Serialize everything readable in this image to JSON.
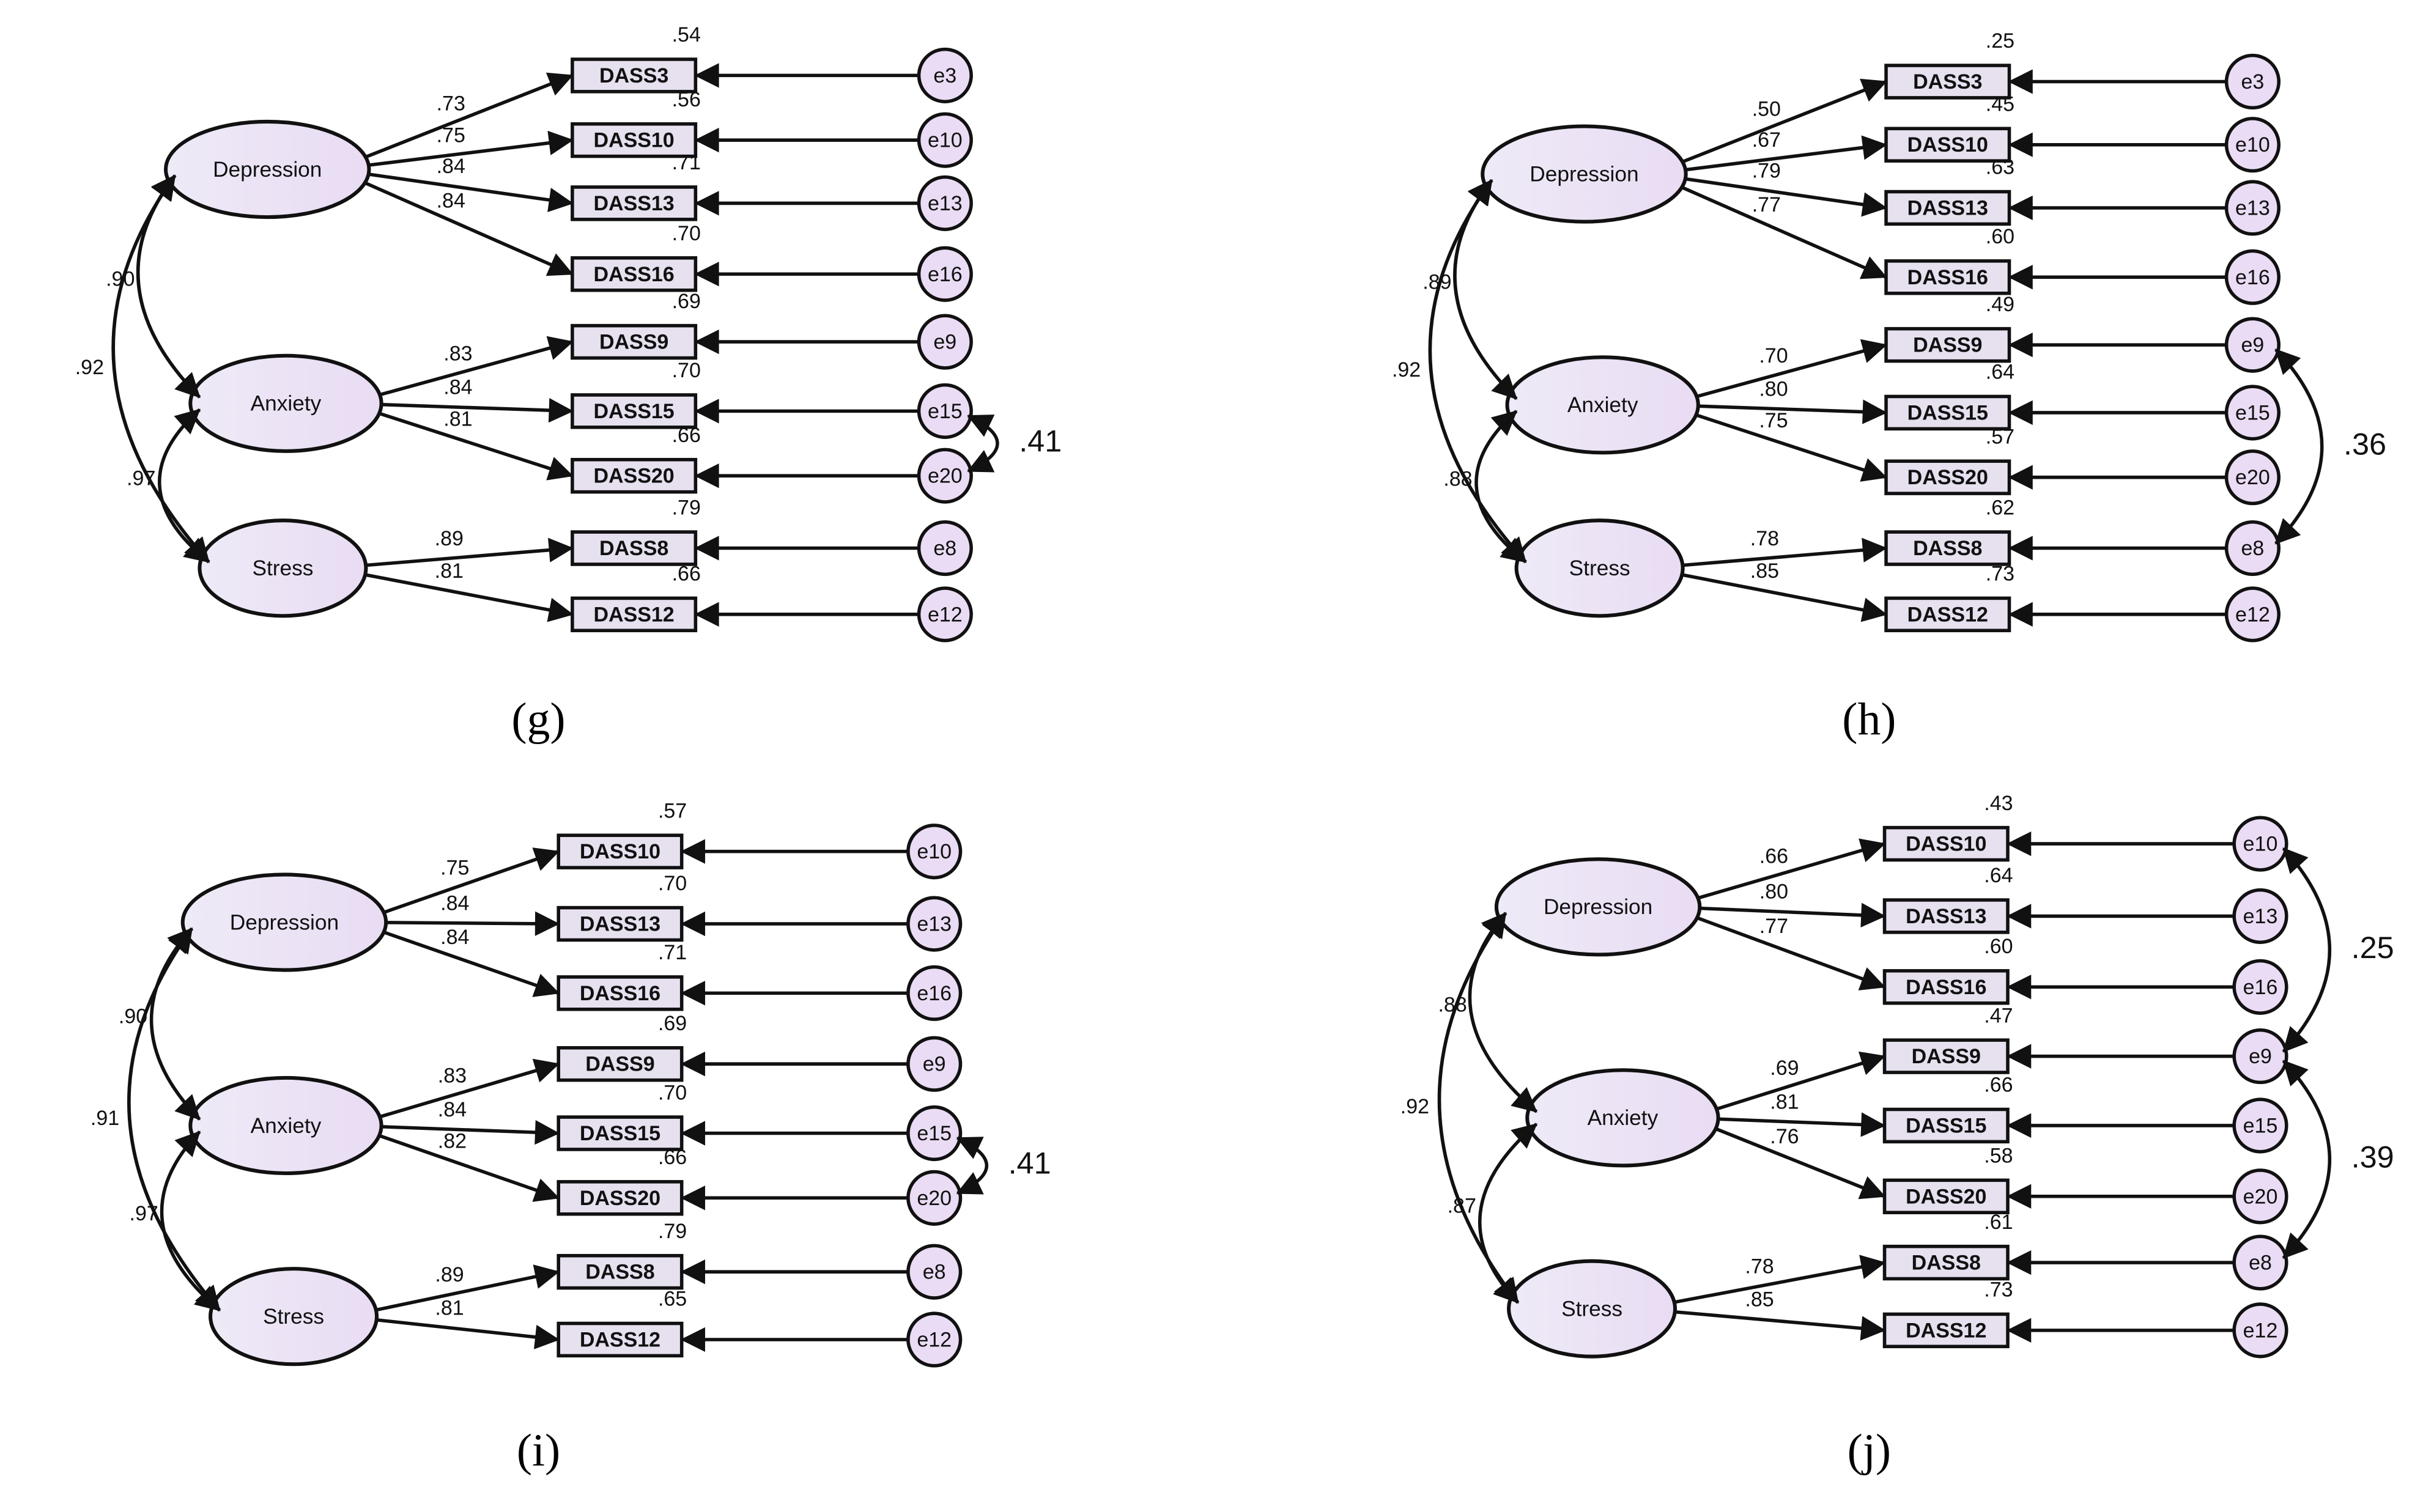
{
  "colors": {
    "factor_fill": "#e9dcf3",
    "indicator_fill": "#e6e0ef",
    "error_fill": "#eadcf4",
    "stroke": "#111111"
  },
  "panels": [
    {
      "id": "g",
      "label": "(g)",
      "factors": [
        {
          "id": "Depression",
          "label": "Depression"
        },
        {
          "id": "Anxiety",
          "label": "Anxiety"
        },
        {
          "id": "Stress",
          "label": "Stress"
        }
      ],
      "indicators": [
        {
          "label": "DASS3",
          "factor": "Depression",
          "loading": ".73",
          "r2": ".54",
          "error": "e3"
        },
        {
          "label": "DASS10",
          "factor": "Depression",
          "loading": ".75",
          "r2": ".56",
          "error": "e10"
        },
        {
          "label": "DASS13",
          "factor": "Depression",
          "loading": ".84",
          "r2": ".71",
          "error": "e13"
        },
        {
          "label": "DASS16",
          "factor": "Depression",
          "loading": ".84",
          "r2": ".70",
          "error": "e16"
        },
        {
          "label": "DASS9",
          "factor": "Anxiety",
          "loading": ".83",
          "r2": ".69",
          "error": "e9"
        },
        {
          "label": "DASS15",
          "factor": "Anxiety",
          "loading": ".84",
          "r2": ".70",
          "error": "e15"
        },
        {
          "label": "DASS20",
          "factor": "Anxiety",
          "loading": ".81",
          "r2": ".66",
          "error": "e20"
        },
        {
          "label": "DASS8",
          "factor": "Stress",
          "loading": ".89",
          "r2": ".79",
          "error": "e8"
        },
        {
          "label": "DASS12",
          "factor": "Stress",
          "loading": ".81",
          "r2": ".66",
          "error": "e12"
        }
      ],
      "factor_correlations": [
        {
          "from": "Depression",
          "to": "Anxiety",
          "value": ".90"
        },
        {
          "from": "Anxiety",
          "to": "Stress",
          "value": ".97"
        },
        {
          "from": "Depression",
          "to": "Stress",
          "value": ".92"
        }
      ],
      "error_covariances": [
        {
          "from": "e15",
          "to": "e20",
          "value": ".41"
        }
      ]
    },
    {
      "id": "h",
      "label": "(h)",
      "factors": [
        {
          "id": "Depression",
          "label": "Depression"
        },
        {
          "id": "Anxiety",
          "label": "Anxiety"
        },
        {
          "id": "Stress",
          "label": "Stress"
        }
      ],
      "indicators": [
        {
          "label": "DASS3",
          "factor": "Depression",
          "loading": ".50",
          "r2": ".25",
          "error": "e3"
        },
        {
          "label": "DASS10",
          "factor": "Depression",
          "loading": ".67",
          "r2": ".45",
          "error": "e10"
        },
        {
          "label": "DASS13",
          "factor": "Depression",
          "loading": ".79",
          "r2": ".63",
          "error": "e13"
        },
        {
          "label": "DASS16",
          "factor": "Depression",
          "loading": ".77",
          "r2": ".60",
          "error": "e16"
        },
        {
          "label": "DASS9",
          "factor": "Anxiety",
          "loading": ".70",
          "r2": ".49",
          "error": "e9"
        },
        {
          "label": "DASS15",
          "factor": "Anxiety",
          "loading": ".80",
          "r2": ".64",
          "error": "e15"
        },
        {
          "label": "DASS20",
          "factor": "Anxiety",
          "loading": ".75",
          "r2": ".57",
          "error": "e20"
        },
        {
          "label": "DASS8",
          "factor": "Stress",
          "loading": ".78",
          "r2": ".62",
          "error": "e8"
        },
        {
          "label": "DASS12",
          "factor": "Stress",
          "loading": ".85",
          "r2": ".73",
          "error": "e12"
        }
      ],
      "factor_correlations": [
        {
          "from": "Depression",
          "to": "Anxiety",
          "value": ".89"
        },
        {
          "from": "Anxiety",
          "to": "Stress",
          "value": ".88"
        },
        {
          "from": "Depression",
          "to": "Stress",
          "value": ".92"
        }
      ],
      "error_covariances": [
        {
          "from": "e9",
          "to": "e8",
          "value": ".36"
        }
      ]
    },
    {
      "id": "i",
      "label": "(i)",
      "factors": [
        {
          "id": "Depression",
          "label": "Depression"
        },
        {
          "id": "Anxiety",
          "label": "Anxiety"
        },
        {
          "id": "Stress",
          "label": "Stress"
        }
      ],
      "indicators": [
        {
          "label": "DASS10",
          "factor": "Depression",
          "loading": ".75",
          "r2": ".57",
          "error": "e10"
        },
        {
          "label": "DASS13",
          "factor": "Depression",
          "loading": ".84",
          "r2": ".70",
          "error": "e13"
        },
        {
          "label": "DASS16",
          "factor": "Depression",
          "loading": ".84",
          "r2": ".71",
          "error": "e16"
        },
        {
          "label": "DASS9",
          "factor": "Anxiety",
          "loading": ".83",
          "r2": ".69",
          "error": "e9"
        },
        {
          "label": "DASS15",
          "factor": "Anxiety",
          "loading": ".84",
          "r2": ".70",
          "error": "e15"
        },
        {
          "label": "DASS20",
          "factor": "Anxiety",
          "loading": ".82",
          "r2": ".66",
          "error": "e20"
        },
        {
          "label": "DASS8",
          "factor": "Stress",
          "loading": ".89",
          "r2": ".79",
          "error": "e8"
        },
        {
          "label": "DASS12",
          "factor": "Stress",
          "loading": ".81",
          "r2": ".65",
          "error": "e12"
        }
      ],
      "factor_correlations": [
        {
          "from": "Depression",
          "to": "Anxiety",
          "value": ".90"
        },
        {
          "from": "Anxiety",
          "to": "Stress",
          "value": ".97"
        },
        {
          "from": "Depression",
          "to": "Stress",
          "value": ".91"
        }
      ],
      "error_covariances": [
        {
          "from": "e15",
          "to": "e20",
          "value": ".41"
        }
      ]
    },
    {
      "id": "j",
      "label": "(j)",
      "factors": [
        {
          "id": "Depression",
          "label": "Depression"
        },
        {
          "id": "Anxiety",
          "label": "Anxiety"
        },
        {
          "id": "Stress",
          "label": "Stress"
        }
      ],
      "indicators": [
        {
          "label": "DASS10",
          "factor": "Depression",
          "loading": ".66",
          "r2": ".43",
          "error": "e10"
        },
        {
          "label": "DASS13",
          "factor": "Depression",
          "loading": ".80",
          "r2": ".64",
          "error": "e13"
        },
        {
          "label": "DASS16",
          "factor": "Depression",
          "loading": ".77",
          "r2": ".60",
          "error": "e16"
        },
        {
          "label": "DASS9",
          "factor": "Anxiety",
          "loading": ".69",
          "r2": ".47",
          "error": "e9"
        },
        {
          "label": "DASS15",
          "factor": "Anxiety",
          "loading": ".81",
          "r2": ".66",
          "error": "e15"
        },
        {
          "label": "DASS20",
          "factor": "Anxiety",
          "loading": ".76",
          "r2": ".58",
          "error": "e20"
        },
        {
          "label": "DASS8",
          "factor": "Stress",
          "loading": ".78",
          "r2": ".61",
          "error": "e8"
        },
        {
          "label": "DASS12",
          "factor": "Stress",
          "loading": ".85",
          "r2": ".73",
          "error": "e12"
        }
      ],
      "factor_correlations": [
        {
          "from": "Depression",
          "to": "Anxiety",
          "value": ".88"
        },
        {
          "from": "Anxiety",
          "to": "Stress",
          "value": ".87"
        },
        {
          "from": "Depression",
          "to": "Stress",
          "value": ".92"
        }
      ],
      "error_covariances": [
        {
          "from": "e10",
          "to": "e9",
          "value": ".25"
        },
        {
          "from": "e9",
          "to": "e8",
          "value": ".39"
        }
      ]
    }
  ]
}
